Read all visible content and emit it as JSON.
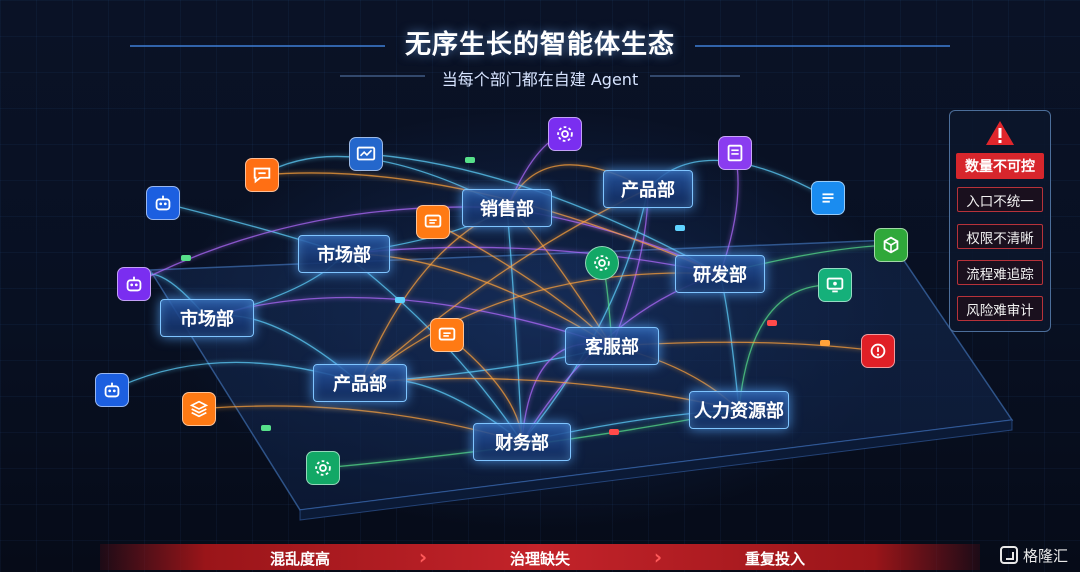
{
  "header": {
    "title": "无序生长的智能体生态",
    "subtitle": "当每个部门都在自建 Agent"
  },
  "departments": [
    {
      "id": "sales",
      "label": "销售部"
    },
    {
      "id": "product-top",
      "label": "产品部"
    },
    {
      "id": "marketing-center",
      "label": "市场部"
    },
    {
      "id": "marketing-left",
      "label": "市场部"
    },
    {
      "id": "rnd",
      "label": "研发部"
    },
    {
      "id": "customer-service",
      "label": "客服部"
    },
    {
      "id": "product-bottom",
      "label": "产品部"
    },
    {
      "id": "hr",
      "label": "人力资源部"
    },
    {
      "id": "finance",
      "label": "财务部"
    }
  ],
  "agent_icons": [
    {
      "icon": "robot-icon",
      "color": "#2f7bff"
    },
    {
      "icon": "chat-bubble-icon",
      "color": "#ff7a1a"
    },
    {
      "icon": "dashboard-icon",
      "color": "#2c7de0"
    },
    {
      "icon": "gear-icon",
      "color": "#8a3cff"
    },
    {
      "icon": "document-icon",
      "color": "#9b4dff"
    },
    {
      "icon": "message-icon",
      "color": "#ff8a1a"
    },
    {
      "icon": "list-icon",
      "color": "#1f9bff"
    },
    {
      "icon": "robot-icon",
      "color": "#8a3cff"
    },
    {
      "icon": "gear-icon",
      "color": "#25d07a"
    },
    {
      "icon": "cube-icon",
      "color": "#3fbf3f"
    },
    {
      "icon": "message-icon",
      "color": "#ff8a1a"
    },
    {
      "icon": "monitor-icon",
      "color": "#22c58a"
    },
    {
      "icon": "robot-icon",
      "color": "#2f7bff"
    },
    {
      "icon": "layers-icon",
      "color": "#ff8a1a"
    },
    {
      "icon": "alert-gear-icon",
      "color": "#e8262c"
    },
    {
      "icon": "gear-icon",
      "color": "#25d07a"
    }
  ],
  "warning_panel": {
    "icon": "warning-triangle-icon",
    "heading": "数量不可控",
    "items": [
      "入口不统一",
      "权限不清晰",
      "流程难追踪",
      "风险难审计"
    ]
  },
  "bottom_bar": {
    "labels": [
      "混乱度高",
      "治理缺失",
      "重复投入"
    ]
  },
  "brand": {
    "name": "格隆汇"
  },
  "colors": {
    "accent_blue": "#7fc4ff",
    "alert_red": "#d7262c",
    "line_orange": "#ffa23a",
    "line_purple": "#b26bff",
    "line_cyan": "#5fd3ff",
    "line_green": "#57e08a"
  }
}
